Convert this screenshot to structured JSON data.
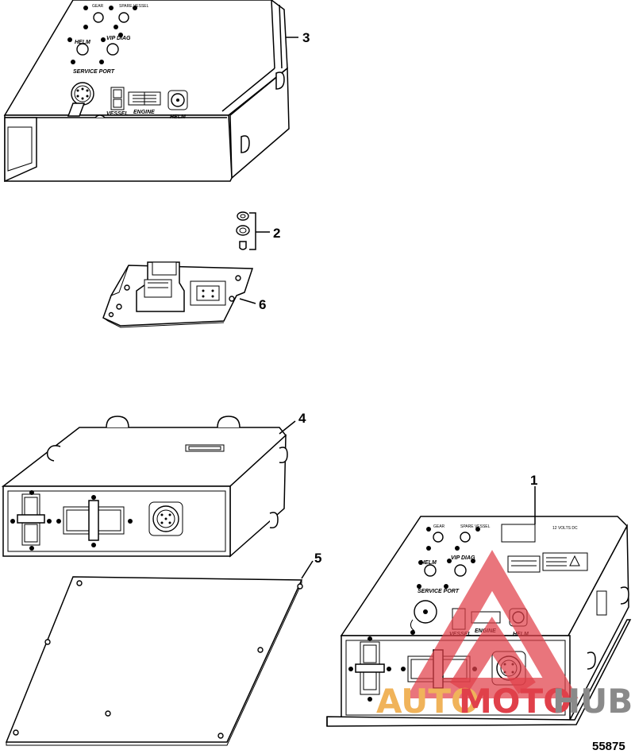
{
  "callouts": {
    "c1": "1",
    "c2": "2",
    "c3": "3",
    "c4": "4",
    "c5": "5",
    "c6": "6"
  },
  "labels": {
    "gear": "GEAR",
    "spare_vessel": "SPARE VESSEL",
    "helm": "HELM",
    "vip_diag": "VIP DIAG",
    "service_port": "SERVICE PORT",
    "vessel": "VESSEL",
    "engine": "ENGINE",
    "helm_conn": "HELM",
    "volts_dc": "12 VOLTS DC"
  },
  "watermark": {
    "part1": "AUTO",
    "part2": "MOTO",
    "part3": "HUB",
    "color_red": "#e0404a",
    "color_orange": "#f0b35a",
    "color_gray": "#8a8a8a"
  },
  "doc_number": "55875"
}
